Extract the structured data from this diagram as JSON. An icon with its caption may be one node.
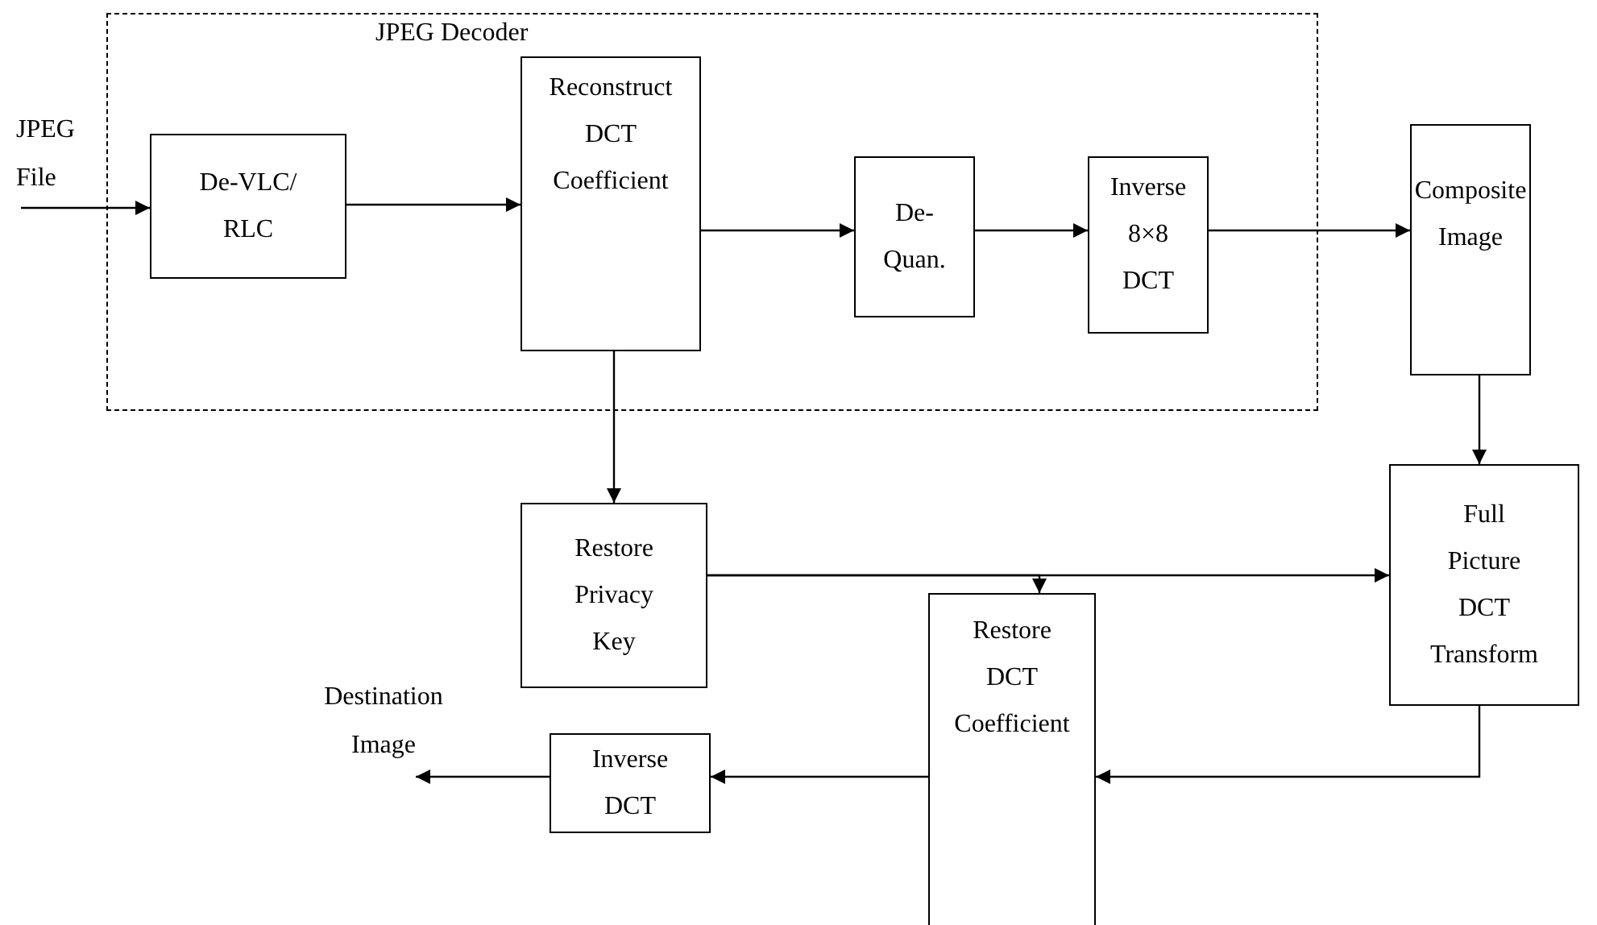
{
  "diagram": {
    "nodes": [
      {
        "text": [
          "JPEG Decoder"
        ]
      },
      {
        "text": [
          "JPEG File"
        ]
      },
      {
        "text": [
          "De-VLC/ RLC"
        ],
        "in": 0
      },
      {
        "text": [
          "Reconstruct DCT Coefficient"
        ],
        "in": 0
      },
      {
        "text": [
          "De- Quan."
        ],
        "in": 0
      },
      {
        "text": [
          "Inverse 8×8 DCT"
        ],
        "in": 0
      },
      {
        "text": [
          "Composite Image"
        ]
      },
      {
        "text": [
          "Restore Privacy Key"
        ]
      },
      {
        "text": [
          "Full Picture DCT Transform"
        ]
      },
      {
        "text": [
          "Restore DCT Coefficient"
        ]
      },
      {
        "text": [
          "Inverse DCT"
        ]
      },
      {
        "text": [
          "Destination Image"
        ]
      }
    ],
    "edges": [
      {
        "from": 1,
        "to": 2,
        "arrow": "to"
      },
      {
        "from": 2,
        "to": 3,
        "arrow": "to"
      },
      {
        "from": 3,
        "to": 4,
        "arrow": "to"
      },
      {
        "from": 4,
        "to": 5,
        "arrow": "to"
      },
      {
        "from": 5,
        "to": 6,
        "arrow": "to"
      },
      {
        "from": 3,
        "to": 7,
        "arrow": "to"
      },
      {
        "from": 6,
        "to": 8,
        "arrow": "to"
      },
      {
        "from": 7,
        "to": 8,
        "arrow": "to"
      },
      {
        "from": 7,
        "to": 9,
        "arrow": "to"
      },
      {
        "from": 8,
        "to": 9,
        "arrow": "to"
      },
      {
        "from": 9,
        "to": 10,
        "arrow": "to"
      },
      {
        "from": 10,
        "to": 11,
        "arrow": "to"
      }
    ]
  }
}
